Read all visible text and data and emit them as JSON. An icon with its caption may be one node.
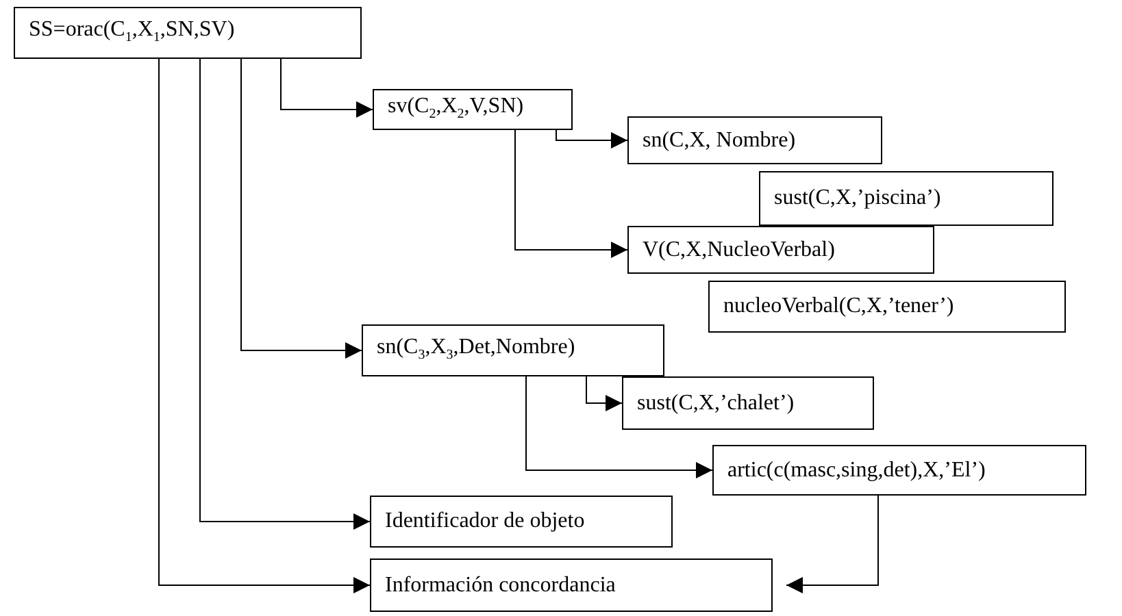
{
  "diagram": {
    "nodes": [
      {
        "text": [
          "SS=orac(C$_{1}$,X$_{1}$,SN,SV)"
        ]
      },
      {
        "text": [
          "sv(C$_{2}$,X$_{2}$,V,SN)"
        ]
      },
      {
        "text": [
          "sn(C,X, Nombre)"
        ]
      },
      {
        "text": [
          "sust(C,X,’piscina’)"
        ]
      },
      {
        "text": [
          "V(C,X,NucleoVerbal)"
        ]
      },
      {
        "text": [
          "nucleoVerbal(C,X,’tener’)"
        ]
      },
      {
        "text": [
          "sn(C$_{3}$,X$_{3}$,Det,Nombre)"
        ]
      },
      {
        "text": [
          "sust(C,X,’chalet’)"
        ]
      },
      {
        "text": [
          "artic(c(masc,sing,det),X,’El’)"
        ]
      },
      {
        "text": [
          "Identificador de objeto"
        ]
      },
      {
        "text": [
          "Información concordancia"
        ]
      }
    ],
    "edges": [
      {
        "from": 0,
        "to": 1,
        "arrow": "to"
      },
      {
        "from": 1,
        "to": 2,
        "arrow": "to"
      },
      {
        "from": 1,
        "to": 4,
        "arrow": "to"
      },
      {
        "from": 0,
        "to": 6,
        "arrow": "to"
      },
      {
        "from": 6,
        "to": 7,
        "arrow": "to"
      },
      {
        "from": 6,
        "to": 8,
        "arrow": "to"
      },
      {
        "from": 0,
        "to": 9,
        "arrow": "to"
      },
      {
        "from": 0,
        "to": 10,
        "arrow": "to"
      },
      {
        "from": 8,
        "to": 10,
        "arrow": "to"
      }
    ]
  }
}
